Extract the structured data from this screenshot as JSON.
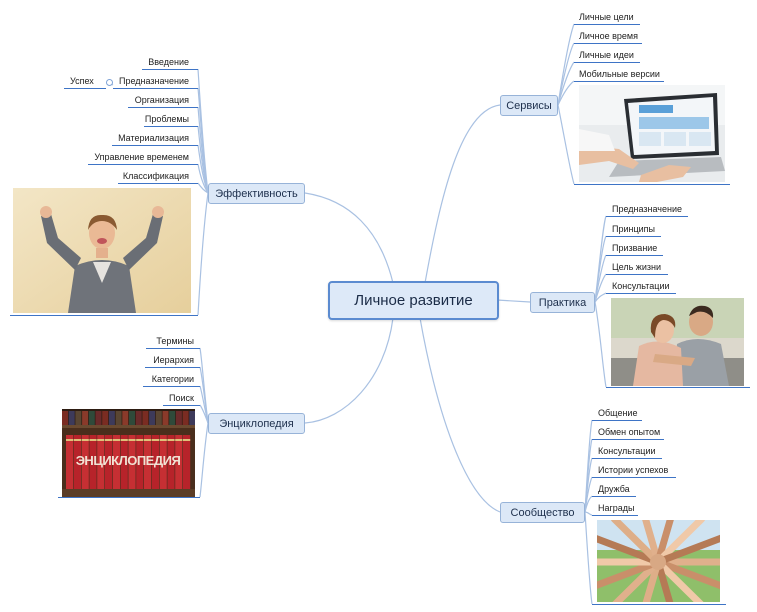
{
  "central": "Личное развитие",
  "branches": {
    "efficiency": {
      "label": "Эффективность",
      "items": [
        "Введение",
        "Предназначение",
        "Организация",
        "Проблемы",
        "Материализация",
        "Управление временем",
        "Классификация"
      ],
      "subitem": "Успех"
    },
    "encyclopedia": {
      "label": "Энциклопедия",
      "items": [
        "Термины",
        "Иерархия",
        "Категории",
        "Поиск"
      ],
      "image_text": "ЭНЦИКЛОПЕДИЯ"
    },
    "services": {
      "label": "Сервисы",
      "items": [
        "Личные цели",
        "Личное время",
        "Личные идеи",
        "Мобильные версии"
      ]
    },
    "practice": {
      "label": "Практика",
      "items": [
        "Предназначение",
        "Принципы",
        "Призвание",
        "Цель  жизни",
        "Консультации"
      ]
    },
    "community": {
      "label": "Сообщество",
      "items": [
        "Общение",
        "Обмен опытом",
        "Консультации",
        "Истории успехов",
        "Дружба",
        "Награды"
      ]
    }
  },
  "colors": {
    "connector": "#a9c1e2",
    "underline": "#3e74c6",
    "topic_fill": "#dce8f7",
    "central_border": "#5b8bd0"
  }
}
